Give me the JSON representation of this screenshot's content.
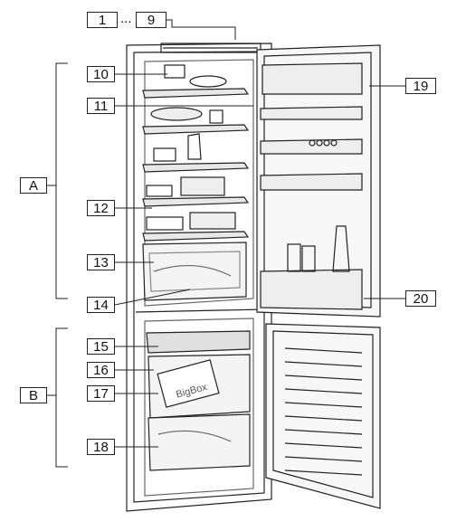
{
  "labels": {
    "l1": "1",
    "dots": "...",
    "l9": "9",
    "l10": "10",
    "l11": "11",
    "l12": "12",
    "l13": "13",
    "l14": "14",
    "l15": "15",
    "l16": "16",
    "l17": "17",
    "l18": "18",
    "l19": "19",
    "l20": "20",
    "a": "A",
    "b": "B"
  },
  "box_text": {
    "brand": "BigBox"
  },
  "colors": {
    "line": "#222222",
    "shelf_fill": "#d8d8d8",
    "door_fill": "#f2f2f2"
  }
}
